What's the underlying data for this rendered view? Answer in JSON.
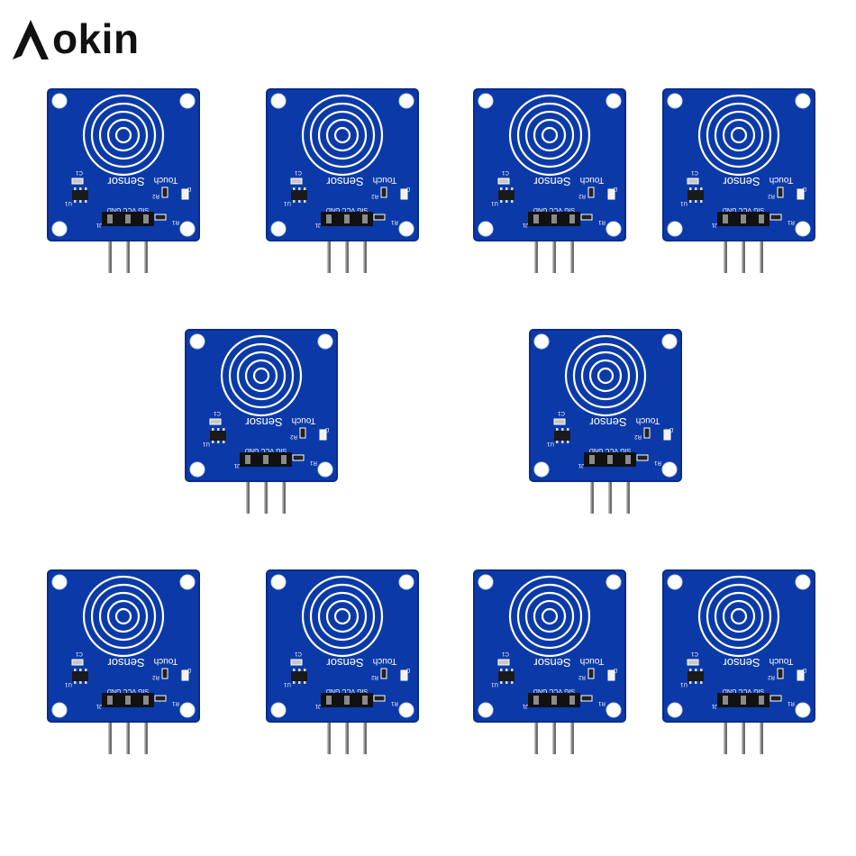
{
  "brand": {
    "name": "Aokin",
    "logo_text": "okin",
    "logo_mark": "A",
    "text_color": "#111111"
  },
  "product": {
    "count": 10,
    "board_color": "#0b3aa8",
    "board_edge_color": "#082c86",
    "silkscreen_color": "#ffffff",
    "silkscreen": {
      "title_word_1": "Sensor",
      "title_word_2": "Touch",
      "pins": "SIG VCC GND",
      "labels": [
        "C1",
        "U1",
        "R2",
        "R1",
        "D",
        "J1"
      ]
    }
  }
}
